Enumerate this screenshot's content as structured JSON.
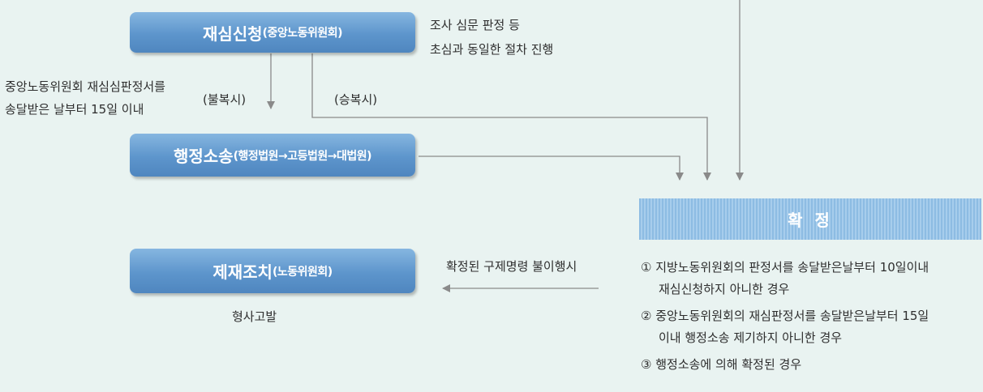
{
  "boxes": {
    "reexam": {
      "main": "재심신청",
      "sub": "(중앙노동위원회)"
    },
    "admin": {
      "main": "행정소송",
      "sub": "(행정법원→고등법원→대법원)"
    },
    "sanction": {
      "main": "제재조치",
      "sub": "(노동위원회)"
    }
  },
  "notes": {
    "procedure_line1": "조사 심문 판정 등",
    "procedure_line2": "초심과 동일한 절차 진행",
    "deadline_line1": "중앙노동위원회 재심심판정서를",
    "deadline_line2": "송달받은 날부터 15일 이내",
    "dissatisfied": "(불복시)",
    "satisfied": "(승복시)",
    "noncompliance": "확정된 구제명령 불이행시",
    "criminal": "형사고발"
  },
  "confirmed": {
    "title": "확 정",
    "conditions": [
      {
        "line1": "① 지방노동위원회의 판정서를 송달받은날부터 10일이내",
        "line2": "재심신청하지 아니한 경우"
      },
      {
        "line1": "② 중앙노동위원회의 재심판정서를 송달받은날부터 15일",
        "line2": "이내 행정소송 제기하지 아니한 경우"
      },
      {
        "line1": "③ 행정소송에 의해 확정된 경우",
        "line2": ""
      }
    ]
  },
  "colors": {
    "box": "#5d95cc",
    "confirm_band": "#9cc6e8",
    "background": "#e9f3f1",
    "arrow": "#8a8a8a"
  }
}
